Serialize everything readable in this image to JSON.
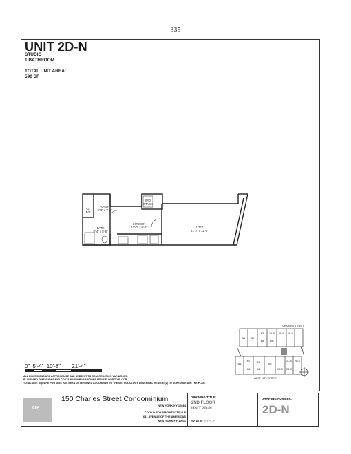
{
  "page_number": "335",
  "unit": {
    "title": "UNIT 2D-N",
    "type": "STUDIO",
    "baths": "1 BATHROOM",
    "area_label": "TOTAL UNIT AREA:",
    "area_value": "590 SF"
  },
  "rooms": [
    {
      "name": "CL",
      "dims": "P/P"
    },
    {
      "name": "FOYER",
      "dims": "6'-0\" x 7'-4\""
    },
    {
      "name": "BATH",
      "dims": "8'-4\" x 5'-6\""
    },
    {
      "name": "KITCHEN",
      "dims": "12'-0\" x 9'-0\""
    },
    {
      "name": "LOFT",
      "dims": "21'-7\" x 12'-0\""
    },
    {
      "name": "W/D",
      "dims": "STACK"
    }
  ],
  "key_plan": {
    "street_top": "CHARLES STREET",
    "street_bottom": "WEST 10TH STREET",
    "units": [
      "N1",
      "N2",
      "N3",
      "2A-N",
      "2B-N",
      "2C-N",
      "W1",
      "M1",
      "M2",
      "M3",
      "M4",
      "M5",
      "M6",
      "M7",
      "2A-S",
      "2B-S",
      "2C-S",
      "2D-S"
    ]
  },
  "scale": {
    "ticks": [
      "0\"",
      "5'-4\"",
      "10'-8\"",
      "21'-4\""
    ]
  },
  "notes": [
    "ALL DIMENSIONS ARE APPROXIMATE AND SUBJECT TO CONSTRUCTION VARIATIONS.",
    "PLANS AND DIMENSIONS MAY CONTAIN MINOR VARIATIONS FROM FLOOR TO FLOOR.",
    "TOTAL UNIT SQUARE FOOTAGE HAS BEEN DETERMINED ACCORDING TO THE METHODOLOGY DESCRIBED IN NOTE (2) TO SCHEDULE A IN THE PLAN."
  ],
  "title_block": {
    "logo_mark": "CFA",
    "project_name": "150 Charles Street Condominium",
    "project_city": "NEW YORK NY 10014",
    "architect": "COOK + FOX ARCHITECTS LLP",
    "architect_address": "641 AVENUE OF THE AMERICAS",
    "architect_city": "NEW YORK NY 10011",
    "drawing_title_label": "DRAWING TITLE:",
    "drawing_title_1": "2ND FLOOR",
    "drawing_title_2": "UNIT 2D-N",
    "scale_label": "SCALE:",
    "scale_value": "3/32\"=1'",
    "drawing_number_label": "DRAWING NUMBER:",
    "drawing_number": "2D-N"
  }
}
